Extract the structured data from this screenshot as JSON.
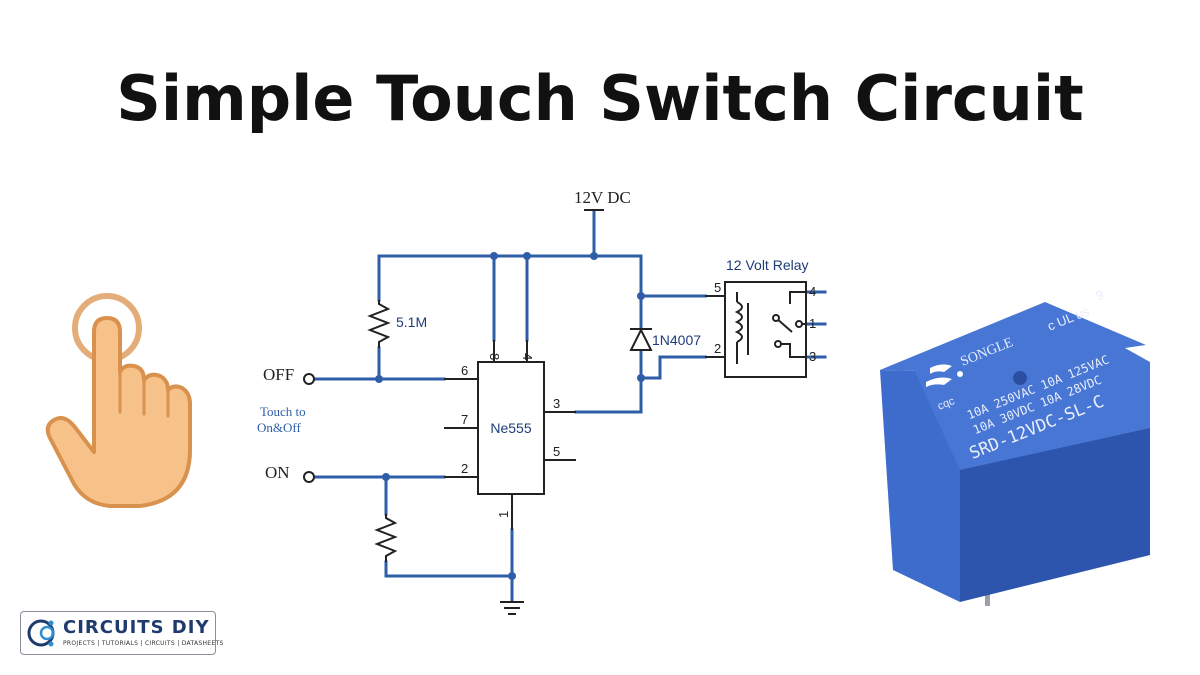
{
  "title": "Simple Touch Switch Circuit",
  "circuit": {
    "supply_label": "12V DC",
    "relay_title": "12 Volt Relay",
    "ic_label": "Ne555",
    "resistor_label": "5.1M",
    "diode_label": "1N4007",
    "off_label": "OFF",
    "on_label": "ON",
    "touch_note_line1": "Touch to",
    "touch_note_line2": "On&Off",
    "ic_pins": {
      "p8": "8",
      "p4": "4",
      "p6": "6",
      "p7": "7",
      "p3": "3",
      "p2": "2",
      "p5": "5",
      "p1": "1"
    },
    "relay_pins": {
      "p5": "5",
      "p2": "2",
      "p4": "4",
      "p1": "1",
      "p3": "3"
    }
  },
  "relay_photo": {
    "brand": "SONGLE",
    "rating_line1": "10A 250VAC  10A 125VAC",
    "rating_line2": "10A 30VDC  10A 28VDC",
    "model": "SRD-12VDC-SL-C",
    "cert_mark": "cqc",
    "ul_mark": "c UL us",
    "batch_mark": "9"
  },
  "logo": {
    "name": "CIRCUITS DIY",
    "tagline": "PROJECTS | TUTORIALS | CIRCUITS | DATASHEETS"
  },
  "colors": {
    "wire": "#2f5ea8",
    "relay_blue": "#3a67c4",
    "hand_fill": "#f6c28a",
    "hand_outline": "#d9924e"
  }
}
